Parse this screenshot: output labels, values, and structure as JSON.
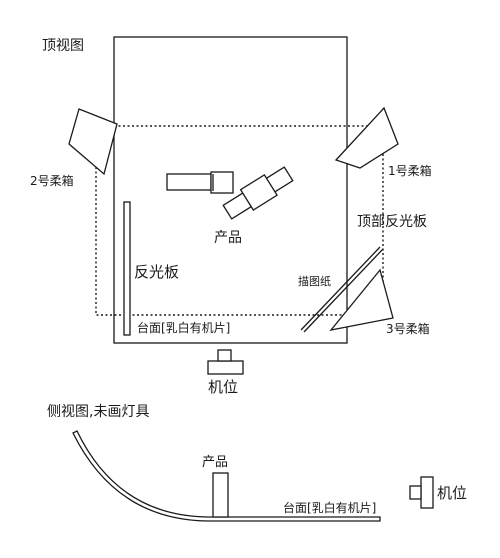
{
  "top_view": {
    "title": "顶视图",
    "softbox_2": "2号柔箱",
    "softbox_1": "1号柔箱",
    "softbox_3": "3号柔箱",
    "product": "产品",
    "reflector": "反光板",
    "top_reflector": "顶部反光板",
    "tracing_paper": "描图纸",
    "table": "台面[乳白有机片]",
    "camera": "机位"
  },
  "side_view": {
    "title": "侧视图,未画灯具",
    "product": "产品",
    "table": "台面[乳白有机片]",
    "camera": "机位"
  }
}
